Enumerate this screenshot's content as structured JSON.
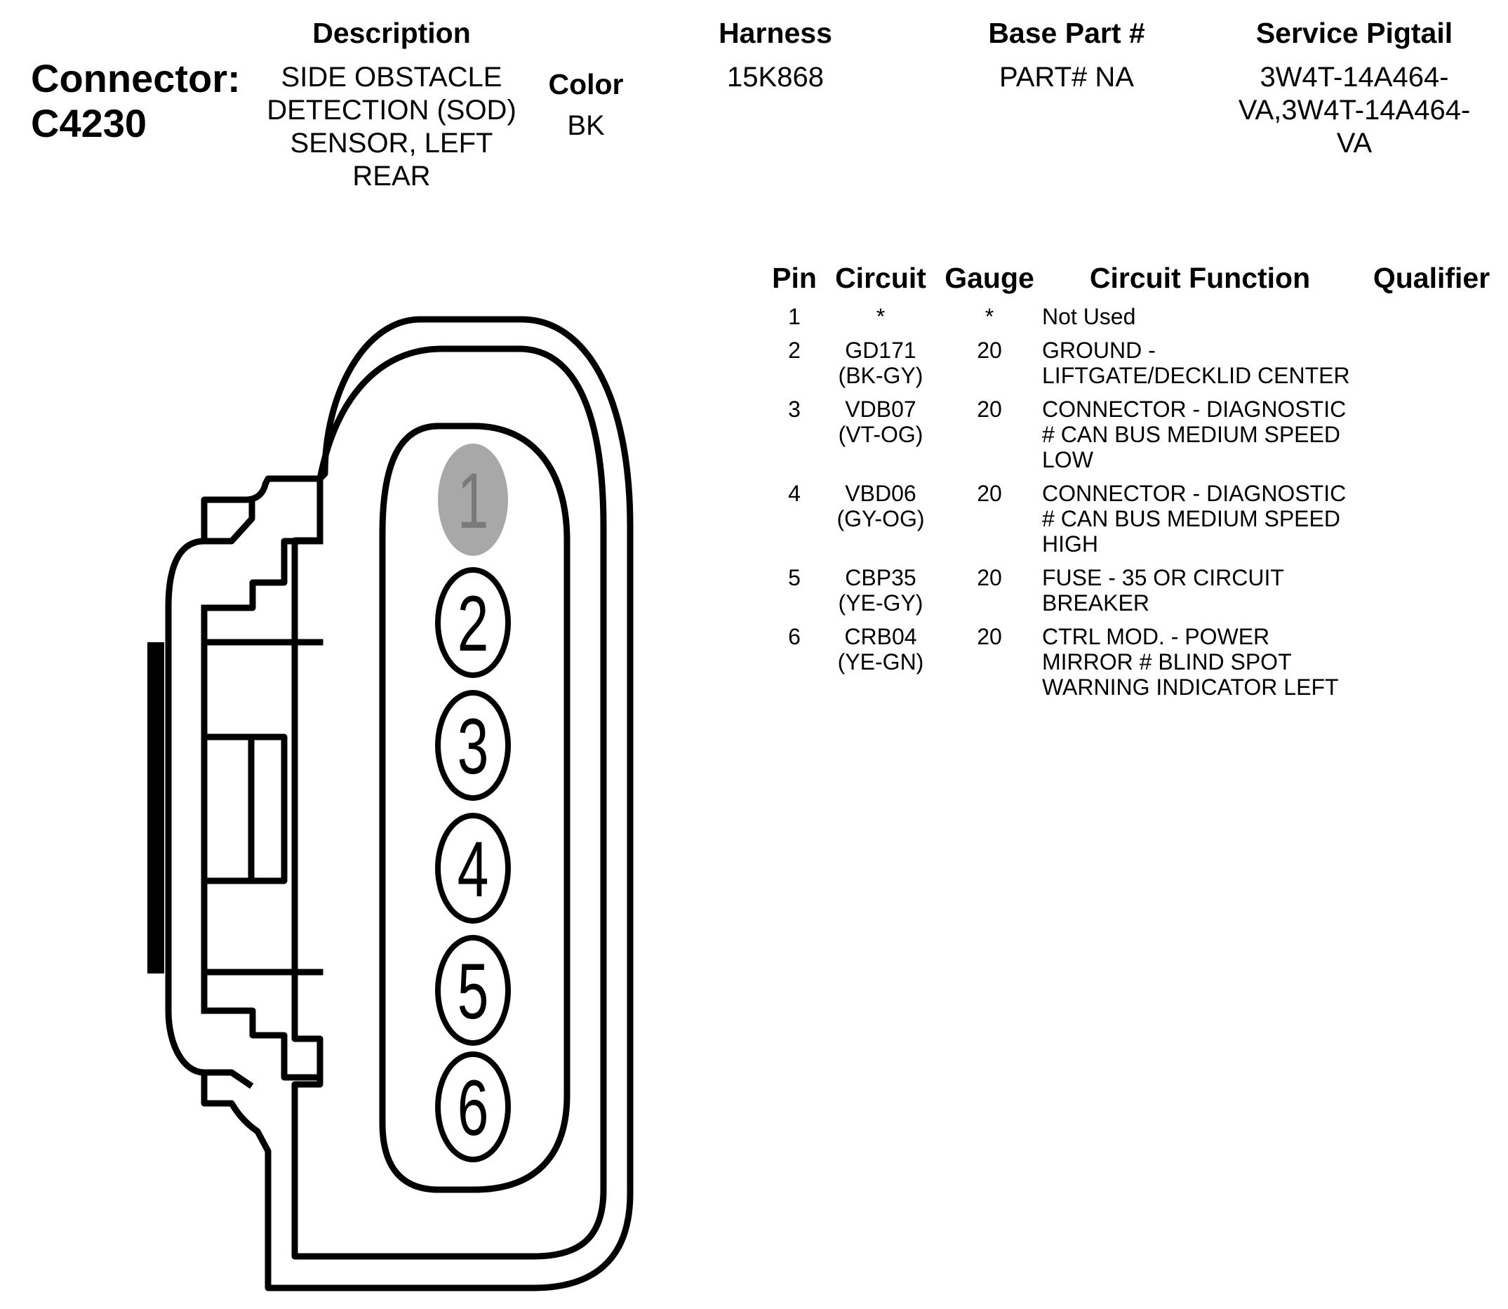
{
  "connector": {
    "label": "Connector:",
    "id": "C4230"
  },
  "header": {
    "description_label": "Description",
    "description_lines": [
      "SIDE OBSTACLE",
      "DETECTION (SOD)",
      "SENSOR, LEFT",
      "REAR"
    ],
    "color_label": "Color",
    "color_value": "BK",
    "harness_label": "Harness",
    "harness_value": "15K868",
    "base_part_label": "Base Part #",
    "base_part_value": "PART# NA",
    "service_pigtail_label": "Service Pigtail",
    "service_pigtail_lines": [
      "3W4T-14A464-",
      "VA,3W4T-14A464-",
      "VA"
    ]
  },
  "table": {
    "columns": [
      "Pin",
      "Circuit",
      "Gauge",
      "Circuit Function",
      "Qualifier"
    ],
    "rows": [
      {
        "pin": "1",
        "circuit": [
          "*"
        ],
        "gauge": "*",
        "function": [
          "Not Used"
        ]
      },
      {
        "pin": "2",
        "circuit": [
          "GD171",
          "(BK-GY)"
        ],
        "gauge": "20",
        "function": [
          "GROUND -",
          "LIFTGATE/DECKLID CENTER"
        ]
      },
      {
        "pin": "3",
        "circuit": [
          "VDB07",
          "(VT-OG)"
        ],
        "gauge": "20",
        "function": [
          "CONNECTOR - DIAGNOSTIC",
          "# CAN BUS MEDIUM SPEED",
          "LOW"
        ]
      },
      {
        "pin": "4",
        "circuit": [
          "VBD06",
          "(GY-OG)"
        ],
        "gauge": "20",
        "function": [
          "CONNECTOR - DIAGNOSTIC",
          "# CAN BUS MEDIUM SPEED",
          "HIGH"
        ]
      },
      {
        "pin": "5",
        "circuit": [
          "CBP35",
          "(YE-GY)"
        ],
        "gauge": "20",
        "function": [
          "FUSE - 35 OR CIRCUIT",
          "BREAKER"
        ]
      },
      {
        "pin": "6",
        "circuit": [
          "CRB04",
          "(YE-GN)"
        ],
        "gauge": "20",
        "function": [
          "CTRL MOD. - POWER",
          "MIRROR # BLIND SPOT",
          "WARNING INDICATOR LEFT"
        ]
      }
    ]
  },
  "diagram": {
    "pins": [
      {
        "label": "1",
        "used": false
      },
      {
        "label": "2",
        "used": true
      },
      {
        "label": "3",
        "used": true
      },
      {
        "label": "4",
        "used": true
      },
      {
        "label": "5",
        "used": true
      },
      {
        "label": "6",
        "used": true
      }
    ],
    "colors": {
      "line": "#000000",
      "unused_pin_fill": "#a8a8a8",
      "unused_pin_text": "#7a7a7a"
    }
  }
}
